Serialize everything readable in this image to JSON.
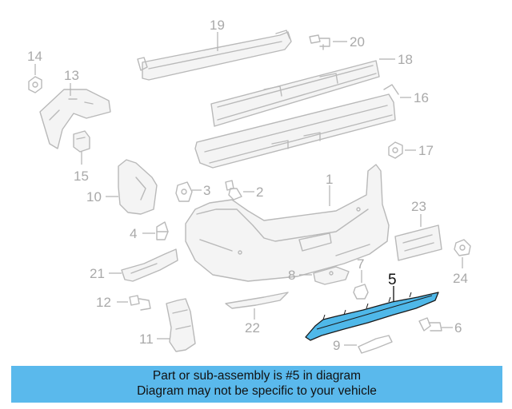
{
  "diagram": {
    "highlighted_part": "5",
    "highlight_color": "#4fb8e9",
    "callouts": {
      "c1": "1",
      "c2": "2",
      "c3": "3",
      "c4": "4",
      "c5": "5",
      "c6": "6",
      "c7": "7",
      "c8": "8",
      "c9": "9",
      "c10": "10",
      "c11": "11",
      "c12": "12",
      "c13": "13",
      "c14": "14",
      "c15": "15",
      "c16": "16",
      "c17": "17",
      "c18": "18",
      "c19": "19",
      "c20": "20",
      "c21": "21",
      "c22": "22",
      "c23": "23",
      "c24": "24"
    }
  },
  "banner": {
    "line1": "Part or sub-assembly is #5 in diagram",
    "line2": "Diagram may not be specific to your vehicle",
    "background": "#5ab9ec"
  }
}
